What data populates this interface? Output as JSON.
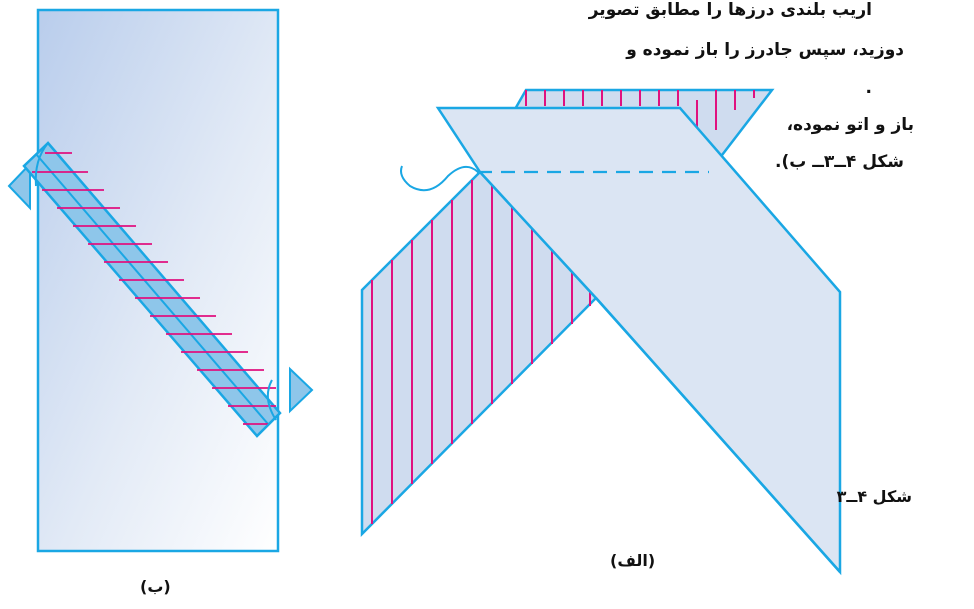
{
  "text_lines": [
    "اریب بلندی درزها را مطابق تصویر",
    "دوزید، سپس جادرز را باز نموده و",
    ".",
    "باز و اتو نموده،",
    "شکل ۴ــ۳ــ ب)."
  ],
  "figure_label": "شکل ۴ــ۳",
  "caption_alef": "(الف)",
  "caption_be": "(ب)",
  "colors": {
    "outline": "#1aa7e4",
    "fill": "#cfdcef",
    "fill_dark": "#8ec6ea",
    "stripe": "#e0117f",
    "paper_gradient_start": "#c4d5ee",
    "paper_gradient_end": "#ffffff"
  }
}
